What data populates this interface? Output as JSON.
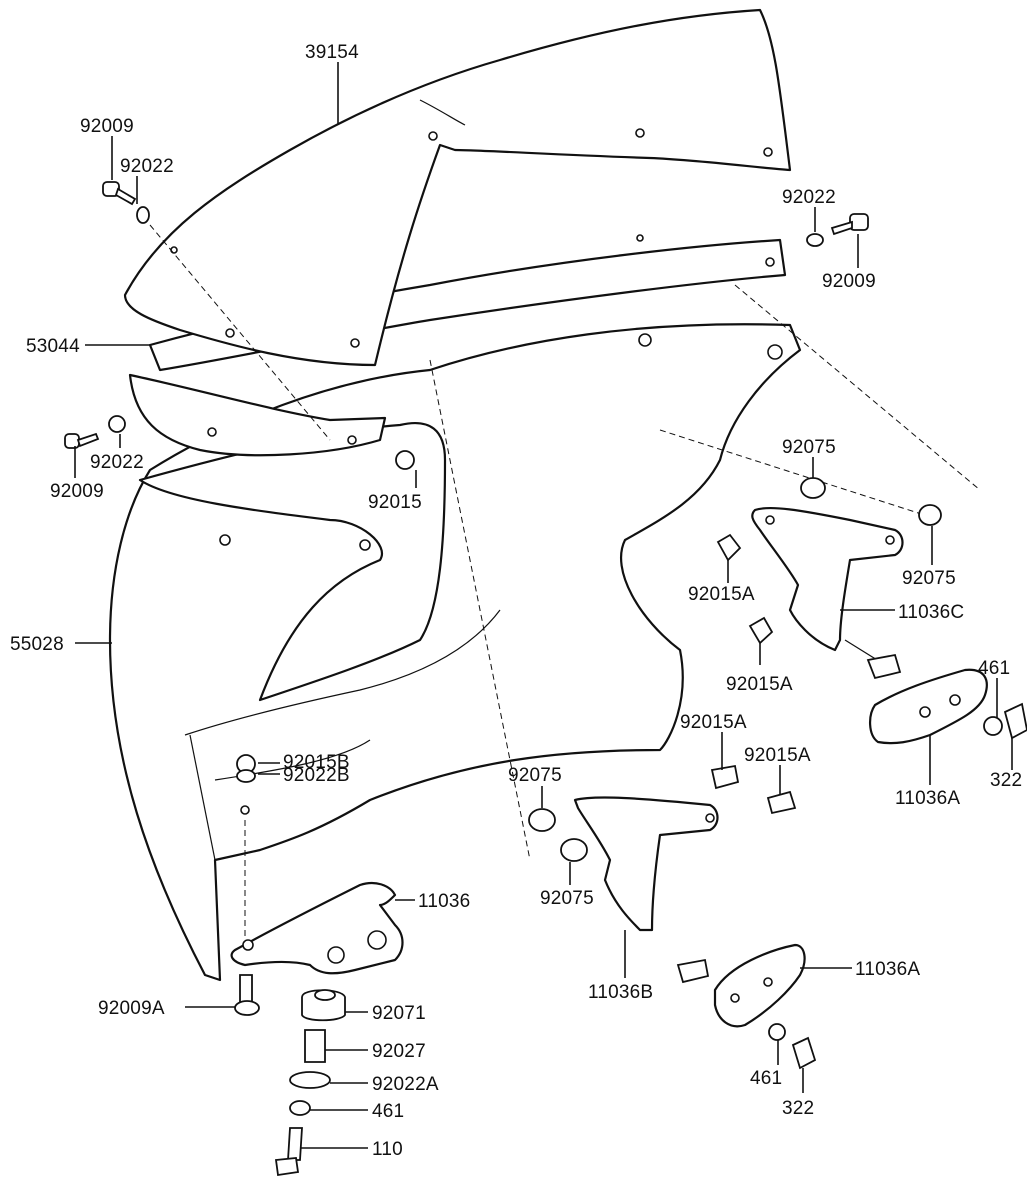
{
  "labels": {
    "p39154": "39154",
    "p92009_tl": "92009",
    "p92022_tl": "92022",
    "p92022_tr": "92022",
    "p92009_tr": "92009",
    "p53044": "53044",
    "p92022_ml": "92022",
    "p92009_ml": "92009",
    "p92015": "92015",
    "p55028": "55028",
    "p92075_a": "92075",
    "p92075_b": "92075",
    "p92015A_a": "92015A",
    "p11036C": "11036C",
    "p92015A_b": "92015A",
    "p461_a": "461",
    "p92015A_c": "92015A",
    "p92015A_d": "92015A",
    "p11036A_a": "11036A",
    "p322_a": "322",
    "p92015B": "92015B",
    "p92022B": "92022B",
    "p92075_c": "92075",
    "p92075_d": "92075",
    "p11036": "11036",
    "p11036B": "11036B",
    "p11036A_b": "11036A",
    "p92009A": "92009A",
    "p92071": "92071",
    "p92027": "92027",
    "p92022A": "92022A",
    "p461_b": "461",
    "p110": "110",
    "p461_c": "461",
    "p322_b": "322"
  }
}
